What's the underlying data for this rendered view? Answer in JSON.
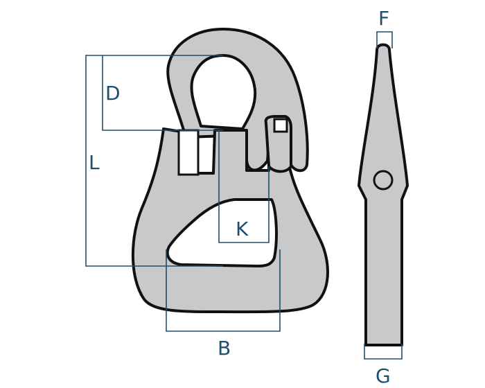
{
  "colors": {
    "body": "#c9c9cb",
    "outline": "#111111",
    "dimension": "#1f4e6b",
    "label": "#1f4e6b"
  },
  "labels": {
    "d": "D",
    "l": "L",
    "k": "K",
    "b": "B",
    "f": "F",
    "g": "G"
  }
}
